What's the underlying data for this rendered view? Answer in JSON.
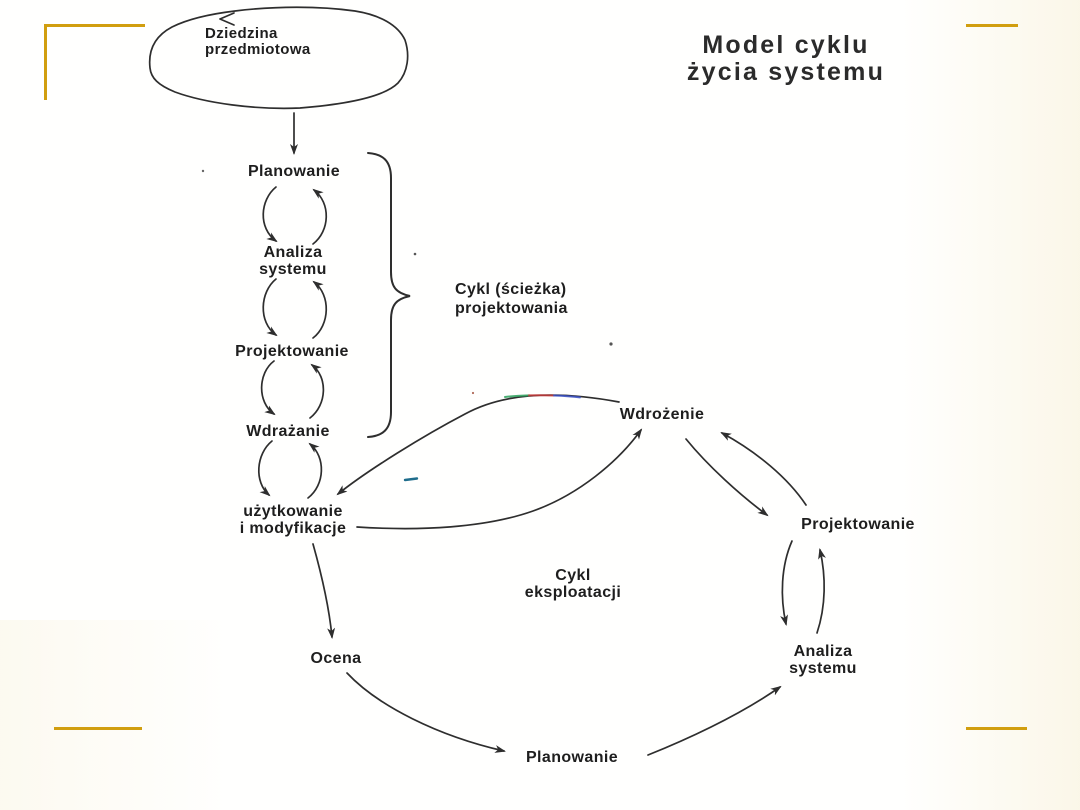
{
  "colors": {
    "accent_gold": "#D19E0F",
    "ink": "#2E2E2E",
    "text": "#1E1E1E",
    "background": "#FFFFFE"
  },
  "title": {
    "line1": "Model cyklu",
    "line2": "życia systemu"
  },
  "domain_blob": {
    "line1": "Dziedzina",
    "line2": "przedmiotowa"
  },
  "design_cycle": {
    "brace_label": {
      "line1": "Cykl (ścieżka)",
      "line2": "projektowania"
    },
    "nodes": {
      "planowanie": "Planowanie",
      "analiza": {
        "line1": "Analiza",
        "line2": "systemu"
      },
      "projektowanie": "Projektowanie",
      "wdrazanie": "Wdrażanie",
      "uzytkowanie": {
        "line1": "użytkowanie",
        "line2": "i modyfikacje"
      }
    }
  },
  "exploitation_cycle": {
    "label": {
      "line1": "Cykl",
      "line2": "eksploatacji"
    },
    "nodes": {
      "wdrozenie": "Wdrożenie",
      "projektowanie": "Projektowanie",
      "analiza": {
        "line1": "Analiza",
        "line2": "systemu"
      },
      "ocena": "Ocena",
      "planowanie": "Planowanie"
    }
  }
}
